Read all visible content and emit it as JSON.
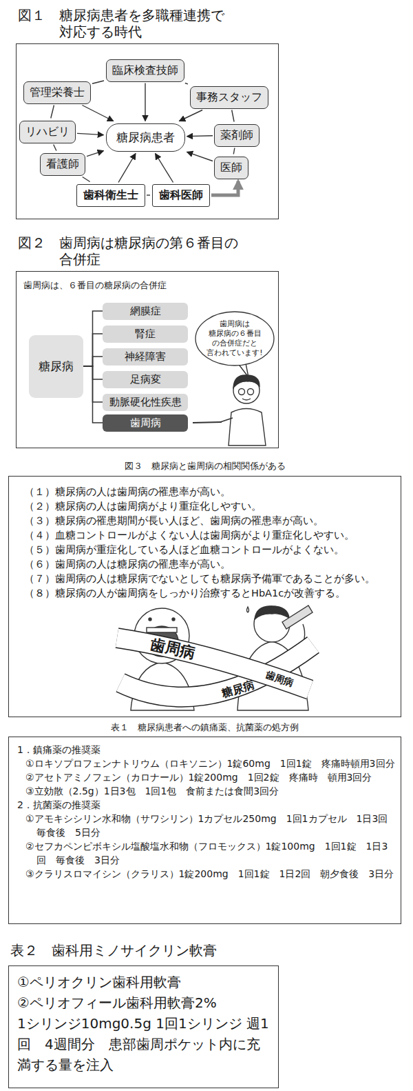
{
  "diagram": {
    "nodes": [
      {
        "text": [
          "図１　糖尿病患者を多職種連携で 対応する時代"
        ]
      },
      {
        "text": [
          "糖尿病患者"
        ],
        "in": 0
      },
      {
        "text": [
          "臨床検査技師"
        ],
        "in": 0
      },
      {
        "text": [
          "管理栄養士"
        ],
        "in": 0
      },
      {
        "text": [
          "事務スタッフ"
        ],
        "in": 0
      },
      {
        "text": [
          "リハビリ"
        ],
        "in": 0
      },
      {
        "text": [
          "薬剤師"
        ],
        "in": 0
      },
      {
        "text": [
          "看護師"
        ],
        "in": 0
      },
      {
        "text": [
          "医師"
        ],
        "in": 0
      },
      {
        "text": [
          "歯科衛生士"
        ],
        "in": 0
      },
      {
        "text": [
          "歯科医師"
        ],
        "in": 0
      },
      {
        "text": [
          "図２　歯周病は糖尿病の第６番目の 合併症",
          "歯周病は、６番目の糖尿病の合併症"
        ]
      },
      {
        "text": [
          "糖尿病"
        ],
        "in": 11
      },
      {
        "text": [
          "網膜症"
        ],
        "in": 11
      },
      {
        "text": [
          "腎症"
        ],
        "in": 11
      },
      {
        "text": [
          "神経障害"
        ],
        "in": 11
      },
      {
        "text": [
          "足病変"
        ],
        "in": 11
      },
      {
        "text": [
          "動脈硬化性疾患"
        ],
        "in": 11
      },
      {
        "text": [
          "歯周病"
        ],
        "in": 11
      },
      {
        "text": [
          "歯周病は 糖尿病の６番目 の合併症だと 言われています!"
        ],
        "in": 11
      },
      {
        "text": [
          "図３　糖尿病と歯周病の相関関係がある",
          "（１）糖尿病の人は歯周病の罹患率が高い。",
          "（２）糖尿病の人は歯周病がより重症化しやすい。",
          "（３）糖尿病の罹患期間が長い人ほど、歯周病の罹患率が高い。",
          "（４）血糖コントロールがよくない人は歯周病がより重症化しやすい。",
          "（５）歯周病が重症化している人ほど血糖コントロールがよくない。",
          "（６）歯周病の人は糖尿病の罹患率が高い。",
          "（７）歯周病の人は糖尿病でないとしても糖尿病予備軍であることが多い。",
          "（８）糖尿病の人が歯周病をしっかり治療するとHbA1cが改善する。"
        ]
      },
      {
        "text": [
          "表１　糖尿病患者への鎮痛薬、抗菌薬の処方例",
          "1．鎮痛薬の推奨薬",
          "①ロキソプロフェンナトリウム（ロキソニン）1錠60mg　1回1錠　疼痛時頓用3回分",
          "②アセトアミノフェン（カロナール）1錠200mg　1回2錠　疼痛時　頓用3回分",
          "③立効散（2.5g）1日3包　1回1包　食前または食間3回分",
          "2．抗菌薬の推奨薬",
          "①アモキシシリン水和物（サワシリン）1カプセル250mg　1回1カプセル　1日3回　毎食後　5日分",
          "②セフカペンピボキシル塩酸塩水和物（フロモックス）1錠100mg　1回1錠　1日3回　毎食後　3日分",
          "③クラリスロマイシン（クラリス）1錠200mg　1回1錠　1日2回　朝夕食後　3日分"
        ]
      },
      {
        "text": [
          "表２　歯科用ミノサイクリン軟膏",
          "①ペリオクリン歯科用軟膏",
          "②ペリオフィール歯科用軟膏2%",
          "1シリンジ10mg0.5g 1回1シリンジ 週1回　4週間分　患部歯周ポケット内に充満する量を注入"
        ]
      }
    ],
    "edges": [
      {
        "from": 2,
        "to": 1,
        "arrow": "to"
      },
      {
        "from": 3,
        "to": 1,
        "arrow": "to"
      },
      {
        "from": 4,
        "to": 1,
        "arrow": "to"
      },
      {
        "from": 5,
        "to": 1,
        "arrow": "to"
      },
      {
        "from": 6,
        "to": 1,
        "arrow": "to"
      },
      {
        "from": 7,
        "to": 1,
        "arrow": "to"
      },
      {
        "from": 8,
        "to": 1,
        "arrow": "to"
      },
      {
        "from": 9,
        "to": 1,
        "arrow": "to"
      },
      {
        "from": 10,
        "to": 1,
        "arrow": "to"
      },
      {
        "from": 3,
        "to": 2,
        "arrow": "none"
      },
      {
        "from": 2,
        "to": 4,
        "arrow": "none"
      },
      {
        "from": 3,
        "to": 5,
        "arrow": "none"
      },
      {
        "from": 5,
        "to": 7,
        "arrow": "none"
      },
      {
        "from": 7,
        "to": 9,
        "arrow": "none"
      },
      {
        "from": 9,
        "to": 10,
        "arrow": "none"
      },
      {
        "from": 4,
        "to": 6,
        "arrow": "none"
      },
      {
        "from": 6,
        "to": 8,
        "arrow": "none"
      },
      {
        "from": 10,
        "to": 8,
        "arrow": "to"
      },
      {
        "from": 12,
        "to": 13,
        "arrow": "none"
      },
      {
        "from": 12,
        "to": 14,
        "arrow": "none"
      },
      {
        "from": 12,
        "to": 15,
        "arrow": "none"
      },
      {
        "from": 12,
        "to": 16,
        "arrow": "none"
      },
      {
        "from": 12,
        "to": 17,
        "arrow": "none"
      },
      {
        "from": 12,
        "to": 18,
        "arrow": "none"
      }
    ],
    "labels": [
      "歯周病",
      "歯周病",
      "糖尿病"
    ]
  }
}
